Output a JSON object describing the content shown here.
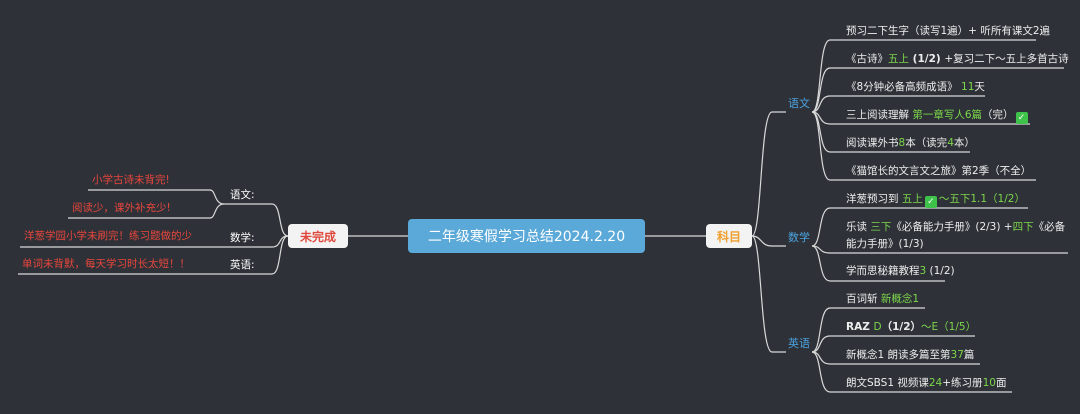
{
  "central": "二年级寒假学习总结2024.2.20",
  "colors": {
    "background": "#2e3238",
    "central": "#5aa9d8",
    "subject_blue": "#4ba3e0",
    "highlight_green": "#7cd64a",
    "warning_red": "#e8453c",
    "incomplete_red": "#e04a3e",
    "subjects_orange": "#f0a030",
    "line": "#d9d9d9"
  },
  "right": {
    "node": "科目",
    "branches": [
      {
        "label": "语文",
        "items": [
          [
            {
              "t": "预习二下生字（读写1遍）+ 听所有课文2遍"
            }
          ],
          [
            {
              "t": "《古诗》"
            },
            {
              "t": "五上",
              "s": "hl"
            },
            {
              "t": " (1/2) ",
              "s": "b"
            },
            {
              "t": "+复习二下～五上多首古诗"
            }
          ],
          [
            {
              "t": "《8分钟必备高频成语》 "
            },
            {
              "t": "11",
              "s": "hl"
            },
            {
              "t": "天"
            }
          ],
          [
            {
              "t": "三上阅读理解 "
            },
            {
              "t": "第一章写人6篇",
              "s": "hl"
            },
            {
              "t": "（完）"
            },
            {
              "icon": "check"
            }
          ],
          [
            {
              "t": "阅读课外书"
            },
            {
              "t": "8",
              "s": "hl"
            },
            {
              "t": "本（读完"
            },
            {
              "t": "4",
              "s": "hl"
            },
            {
              "t": "本）"
            }
          ],
          [
            {
              "t": "《猫馆长的文言文之旅》第2季（不全）"
            }
          ]
        ]
      },
      {
        "label": "数学",
        "items": [
          [
            {
              "t": "洋葱预习到  "
            },
            {
              "t": "五上",
              "s": "hl"
            },
            {
              "icon": "check"
            },
            {
              "t": "～五下1.1（1/2）",
              "s": "hl"
            }
          ],
          [
            {
              "t": "乐读  "
            },
            {
              "t": "三下",
              "s": "hl"
            },
            {
              "t": "《必备能力手册》(2/3) +"
            },
            {
              "t": "四下",
              "s": "hl"
            },
            {
              "t": "《必备"
            }
          ],
          [
            {
              "t": "能力手册》(1/3)"
            }
          ],
          [
            {
              "t": "学而思秘籍教程"
            },
            {
              "t": "3",
              "s": "hl"
            },
            {
              "t": "  (1/2)"
            }
          ]
        ]
      },
      {
        "label": "英语",
        "items": [
          [
            {
              "t": "百词斩  "
            },
            {
              "t": "新概念1",
              "s": "hl"
            }
          ],
          [
            {
              "t": "RAZ  ",
              "s": "b"
            },
            {
              "t": "D",
              "s": "hl"
            },
            {
              "t": "（1/2）",
              "s": "b"
            },
            {
              "t": "～E（1/5）",
              "s": "hl"
            }
          ],
          [
            {
              "t": "新概念1  朗读多篇至第"
            },
            {
              "t": "37",
              "s": "hl"
            },
            {
              "t": "篇"
            }
          ],
          [
            {
              "t": "朗文SBS1  视频课"
            },
            {
              "t": "24",
              "s": "hl"
            },
            {
              "t": "+练习册"
            },
            {
              "t": "10",
              "s": "hl"
            },
            {
              "t": "面"
            }
          ]
        ]
      }
    ]
  },
  "left": {
    "node": "未完成",
    "branches": [
      {
        "label": "语文:",
        "items": [
          "小学古诗未背完!",
          "阅读少，课外补充少!"
        ]
      },
      {
        "label": "数学:",
        "items": [
          "洋葱学园小学未刷完！练习题做的少"
        ]
      },
      {
        "label": "英语:",
        "items": [
          "单词未背默，每天学习时长太短！！"
        ]
      }
    ]
  }
}
